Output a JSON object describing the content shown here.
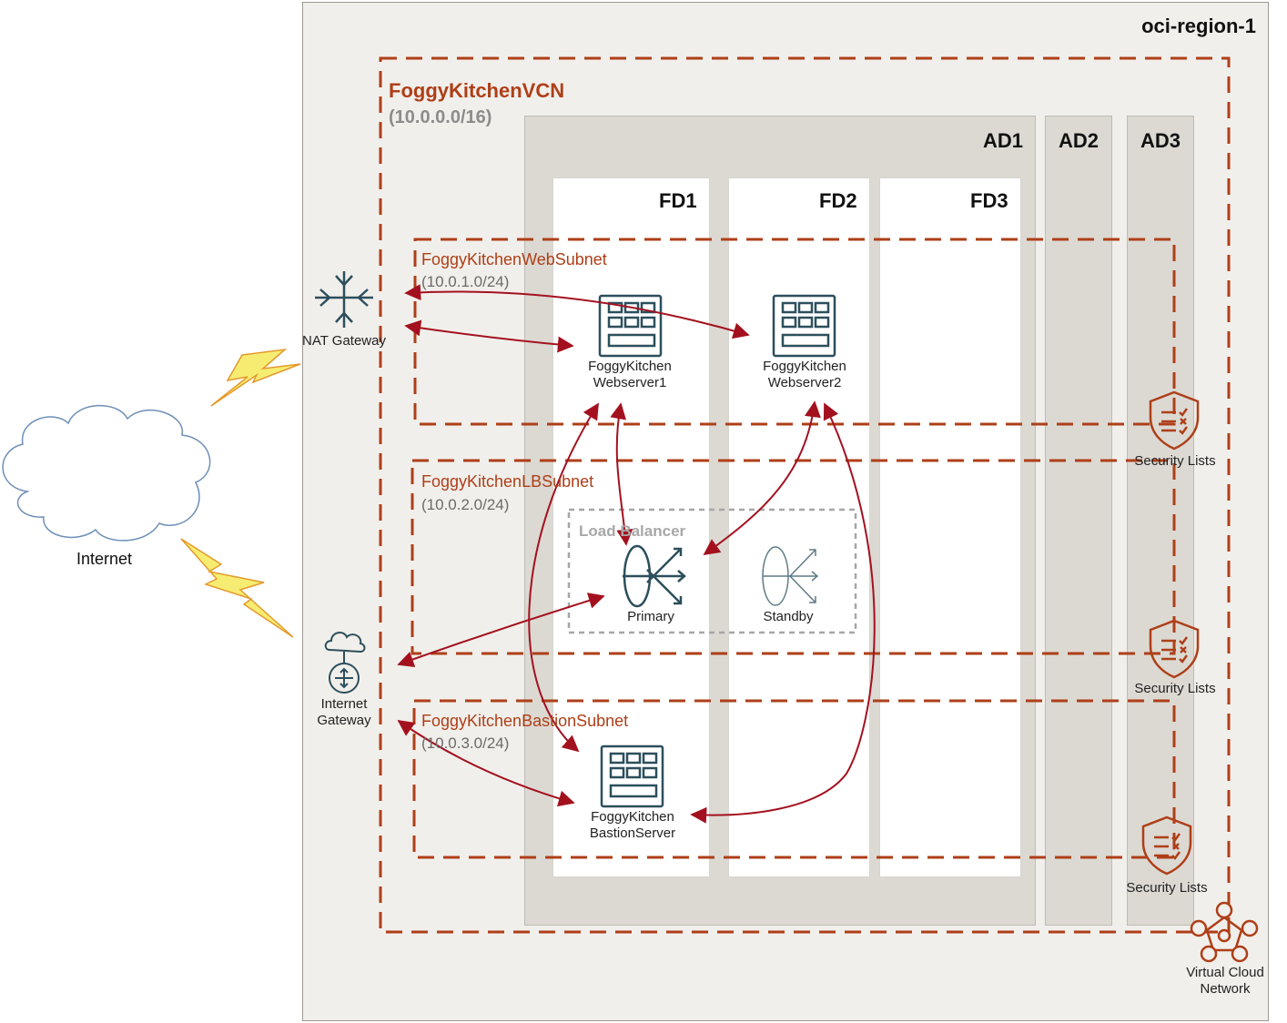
{
  "region": {
    "title": "oci-region-1"
  },
  "vcn": {
    "title": "FoggyKitchenVCN",
    "cidr": "(10.0.0.0/16)",
    "icon_label": "Virtual Cloud Network"
  },
  "availability_domains": [
    "AD1",
    "AD2",
    "AD3"
  ],
  "fault_domains": [
    "FD1",
    "FD2",
    "FD3"
  ],
  "subnets": [
    {
      "name": "FoggyKitchenWebSubnet",
      "cidr": "(10.0.1.0/24)"
    },
    {
      "name": "FoggyKitchenLBSubnet",
      "cidr": "(10.0.2.0/24)"
    },
    {
      "name": "FoggyKitchenBastionSubnet",
      "cidr": "(10.0.3.0/24)"
    }
  ],
  "servers": {
    "web1": {
      "line1": "FoggyKitchen",
      "line2": "Webserver1"
    },
    "web2": {
      "line1": "FoggyKitchen",
      "line2": "Webserver2"
    },
    "bastion": {
      "line1": "FoggyKitchen",
      "line2": "BastionServer"
    }
  },
  "load_balancer": {
    "title": "Load Balancer",
    "primary": "Primary",
    "standby": "Standby"
  },
  "gateways": {
    "nat": "NAT Gateway",
    "internet_line1": "Internet",
    "internet_line2": "Gateway"
  },
  "security_lists": [
    "Security Lists",
    "Security Lists",
    "Security Lists"
  ],
  "internet": {
    "label": "Internet"
  },
  "colors": {
    "oracle_red": "#ae3f18",
    "arrow": "#a3111f",
    "icon_teal": "#2c4f5c",
    "region_bg": "#f1efeb",
    "ad_bg": "#dcd9d3",
    "lightning": "#f5e663"
  }
}
